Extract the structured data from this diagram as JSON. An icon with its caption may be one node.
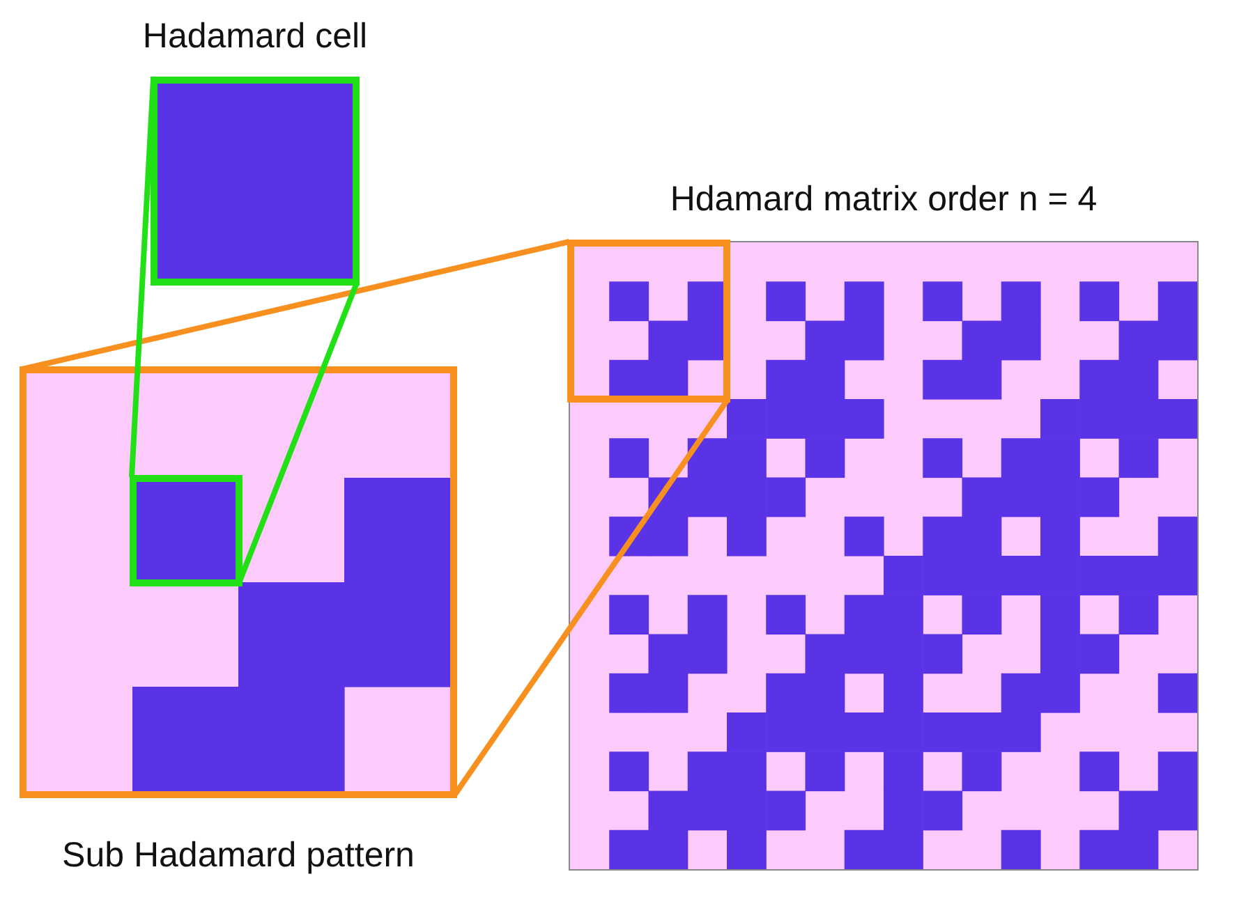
{
  "diagram": {
    "nodes": [
      {
        "text": [
          "Hdamard matrix order n = 4"
        ]
      },
      {
        "text": [],
        "shape": "box",
        "in": 0
      },
      {
        "text": [
          "Sub Hadamard pattern"
        ]
      },
      {
        "text": [],
        "shape": "box",
        "in": 2
      },
      {
        "text": [
          "Hadamard cell"
        ]
      }
    ],
    "edges": [
      {
        "from": 1,
        "to": 2,
        "arrow": "none",
        "color": "#f7901e"
      },
      {
        "from": 1,
        "to": 2,
        "arrow": "none",
        "color": "#f7901e"
      },
      {
        "from": 3,
        "to": 4,
        "arrow": "none",
        "color": "#22e016"
      },
      {
        "from": 3,
        "to": 4,
        "arrow": "none",
        "color": "#22e016"
      }
    ]
  }
}
